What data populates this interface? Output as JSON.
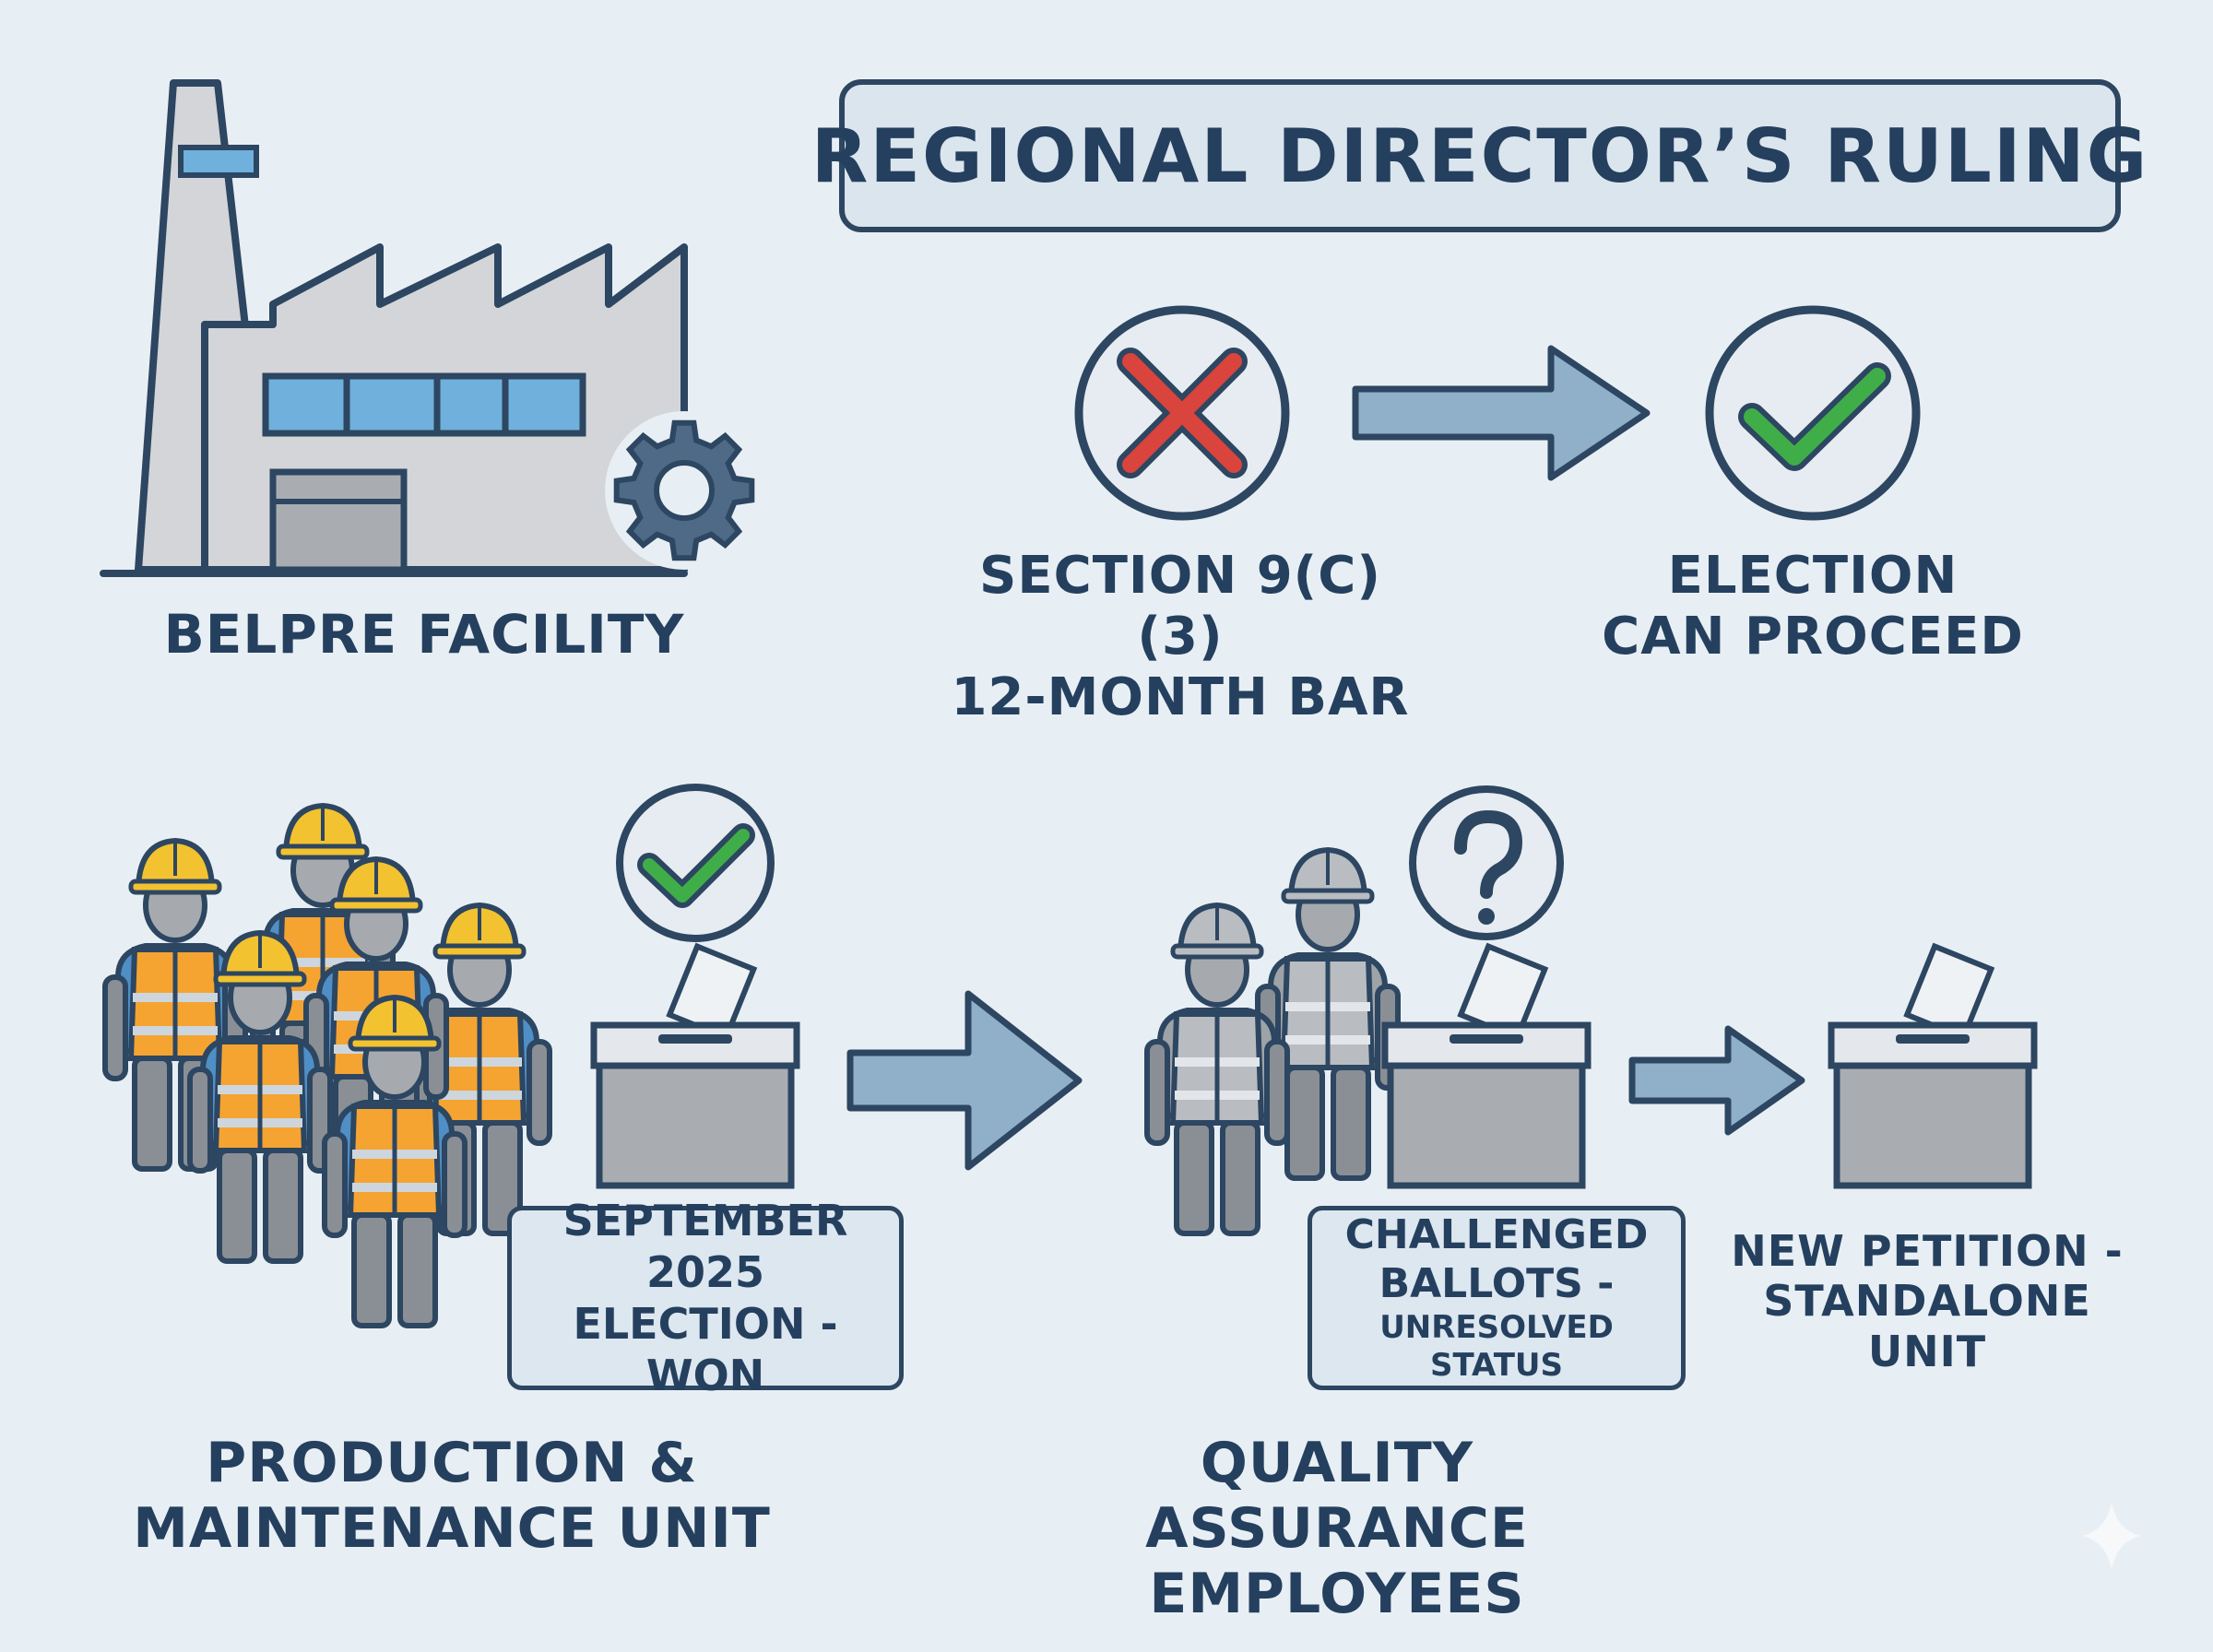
{
  "title": "REGIONAL DIRECTOR’S RULING",
  "facility": {
    "label": "BELPRE FACILITY"
  },
  "ruling": {
    "bar_lines": [
      "SECTION 9(c)(3)",
      "12-MONTH BAR"
    ],
    "outcome_lines": [
      "ELECTION",
      "CAN PROCEED"
    ]
  },
  "production_unit": {
    "label_lines": [
      "PRODUCTION &",
      "MAINTENANCE UNIT"
    ],
    "election_note_lines": [
      "SEPTEMBER 2025",
      "ELECTION - WON"
    ]
  },
  "qa_unit": {
    "label_lines": [
      "QUALITY ASSURANCE",
      "EMPLOYEES"
    ],
    "ballot_note_lines": [
      "CHALLENGED",
      "BALLOTS -",
      "UNRESOLVED STATUS"
    ]
  },
  "new_petition": {
    "label_lines": [
      "NEW PETITION -",
      "STANDALONE UNIT"
    ]
  },
  "colors": {
    "background": "#e8eff4",
    "outline": "#2d4661",
    "check_green": "#3fae49",
    "cross_red": "#d9443c",
    "hard_hat_yellow": "#f2c230",
    "vest_orange": "#f5a431",
    "arrow_blue": "#8fb0c8",
    "window_blue": "#6fb0dc"
  }
}
